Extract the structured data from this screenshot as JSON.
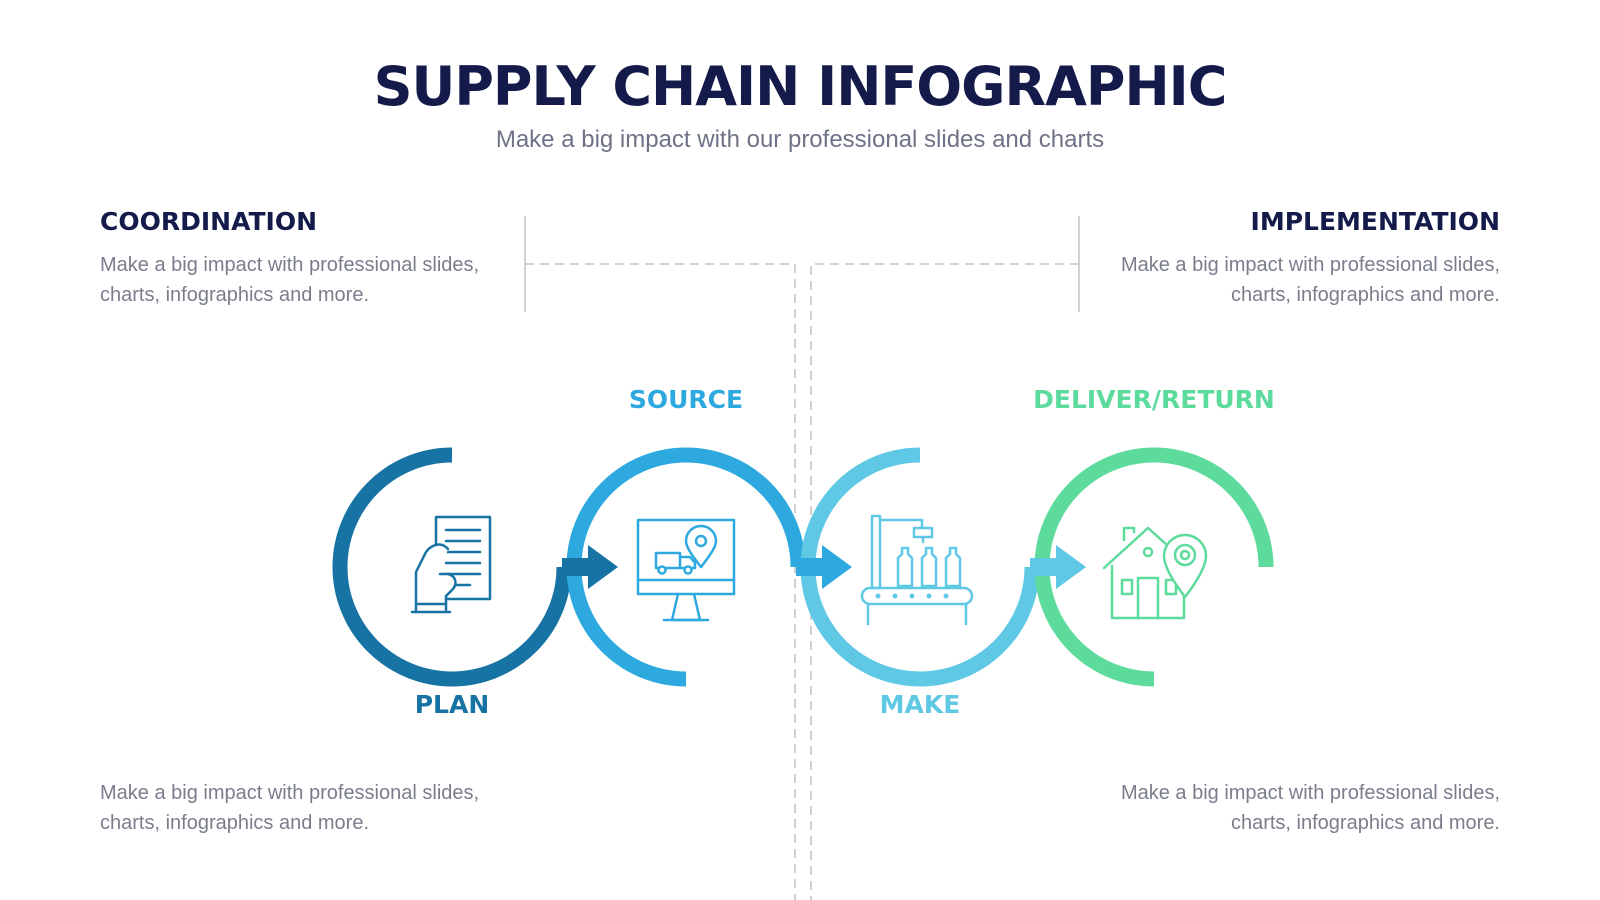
{
  "header": {
    "title": "SUPPLY CHAIN INFOGRAPHIC",
    "subtitle": "Make a big impact with our professional slides and charts"
  },
  "sections": {
    "coordination": {
      "title": "COORDINATION",
      "text": "Make a big impact with professional slides, charts, infographics and more."
    },
    "implementation": {
      "title": "IMPLEMENTATION",
      "text": "Make a big impact with professional slides, charts, infographics and more."
    },
    "bottom_left": {
      "text": "Make a big impact with professional slides, charts, infographics and more."
    },
    "bottom_right": {
      "text": "Make a big impact with professional slides, charts, infographics and more."
    }
  },
  "steps": [
    {
      "label": "PLAN",
      "color": "#1673a3",
      "icon": "document-hand-icon"
    },
    {
      "label": "SOURCE",
      "color": "#2ea9df",
      "icon": "monitor-truck-location-icon"
    },
    {
      "label": "MAKE",
      "color": "#5ec8e5",
      "icon": "factory-conveyor-bottles-icon"
    },
    {
      "label": "DELIVER/RETURN",
      "color": "#5ddb9c",
      "icon": "house-location-icon"
    }
  ],
  "colors": {
    "title": "#141a4a",
    "body_text": "#7a7d8c",
    "dashed_line": "#c4c4c4"
  }
}
